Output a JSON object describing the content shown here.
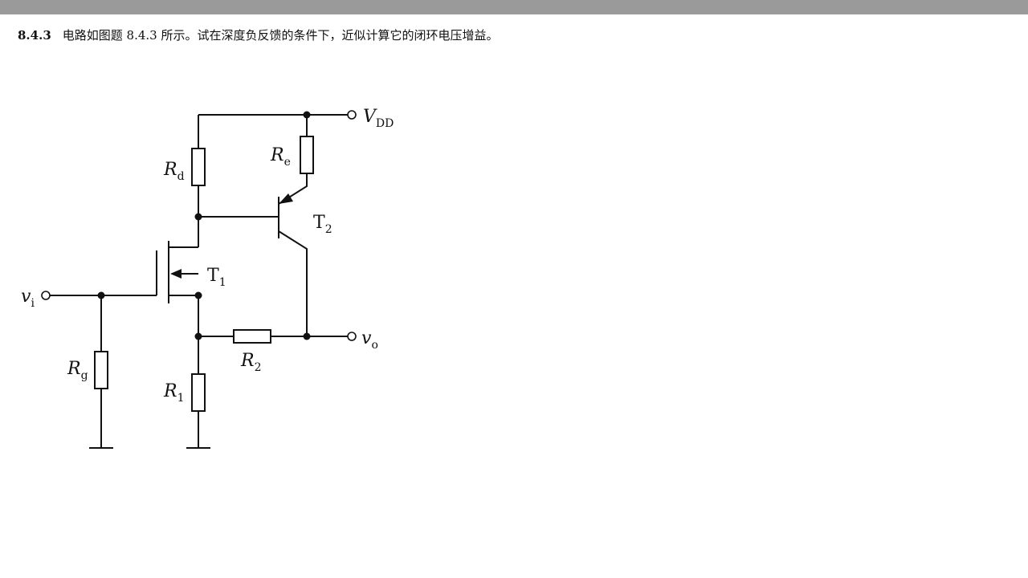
{
  "problem": {
    "number": "8.4.3",
    "text": "电路如图题 8.4.3 所示。试在深度负反馈的条件下，近似计算它的闭环电压增益。"
  },
  "labels": {
    "vdd": {
      "main": "V",
      "sub": "DD"
    },
    "vi": {
      "main": "v",
      "sub": "i"
    },
    "vo": {
      "main": "v",
      "sub": "o"
    },
    "rd": {
      "main": "R",
      "sub": "d"
    },
    "re": {
      "main": "R",
      "sub": "e"
    },
    "rg": {
      "main": "R",
      "sub": "g"
    },
    "r1": {
      "main": "R",
      "sub": "1"
    },
    "r2": {
      "main": "R",
      "sub": "2"
    },
    "t1": {
      "main": "T",
      "sub": "1"
    },
    "t2": {
      "main": "T",
      "sub": "2"
    }
  }
}
